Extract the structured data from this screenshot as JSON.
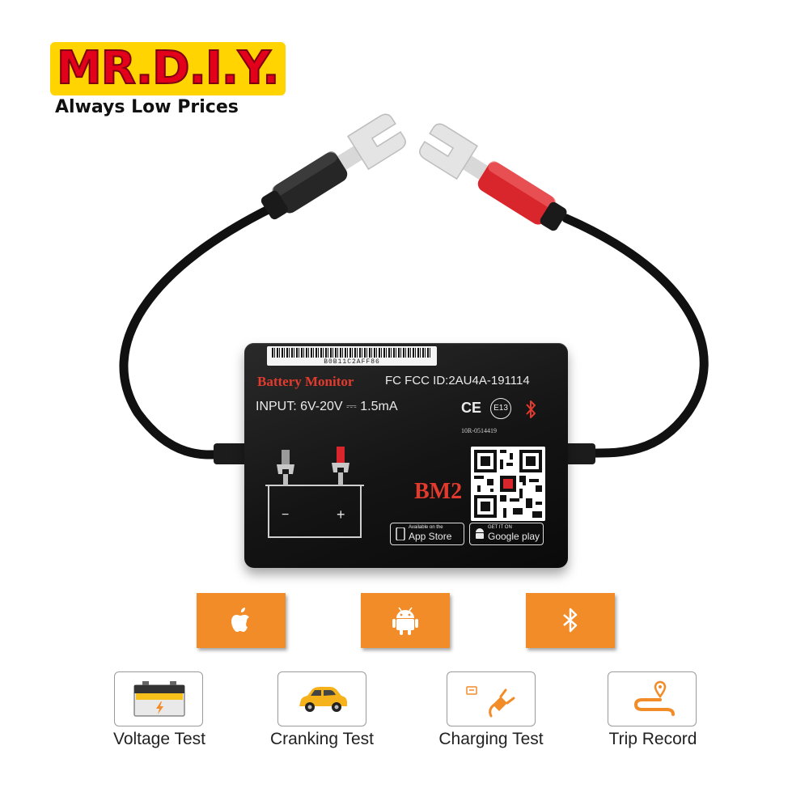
{
  "brand": {
    "logo_text": "MR.D.I.Y.",
    "tagline": "Always Low Prices"
  },
  "device": {
    "barcode_text": "B0B11C2AFF86",
    "title": "Battery Monitor",
    "fcc": "FC FCC ID:2AU4A-191114",
    "input": "INPUT: 6V-20V ⎓ 1.5mA",
    "ce_mark": "CE",
    "e_mark": "E13",
    "certification": "10R-0514419",
    "battery_minus": "−",
    "battery_plus": "+",
    "model": "BM2",
    "app_store": {
      "small": "Available on the",
      "big": "App Store"
    },
    "google_play": {
      "small": "GET IT ON",
      "big": "Google play"
    }
  },
  "platforms": [
    {
      "icon": "apple-icon"
    },
    {
      "icon": "android-icon"
    },
    {
      "icon": "bluetooth-icon"
    }
  ],
  "features": [
    {
      "label": "Voltage Test",
      "icon": "battery-icon"
    },
    {
      "label": "Cranking Test",
      "icon": "car-icon"
    },
    {
      "label": "Charging Test",
      "icon": "plug-icon"
    },
    {
      "label": "Trip Record",
      "icon": "route-icon"
    }
  ],
  "colors": {
    "accent_orange": "#f28c28",
    "brand_red": "#e2001a",
    "brand_yellow": "#ffd400",
    "terminal_red": "#d9262c",
    "device_black": "#141414"
  }
}
